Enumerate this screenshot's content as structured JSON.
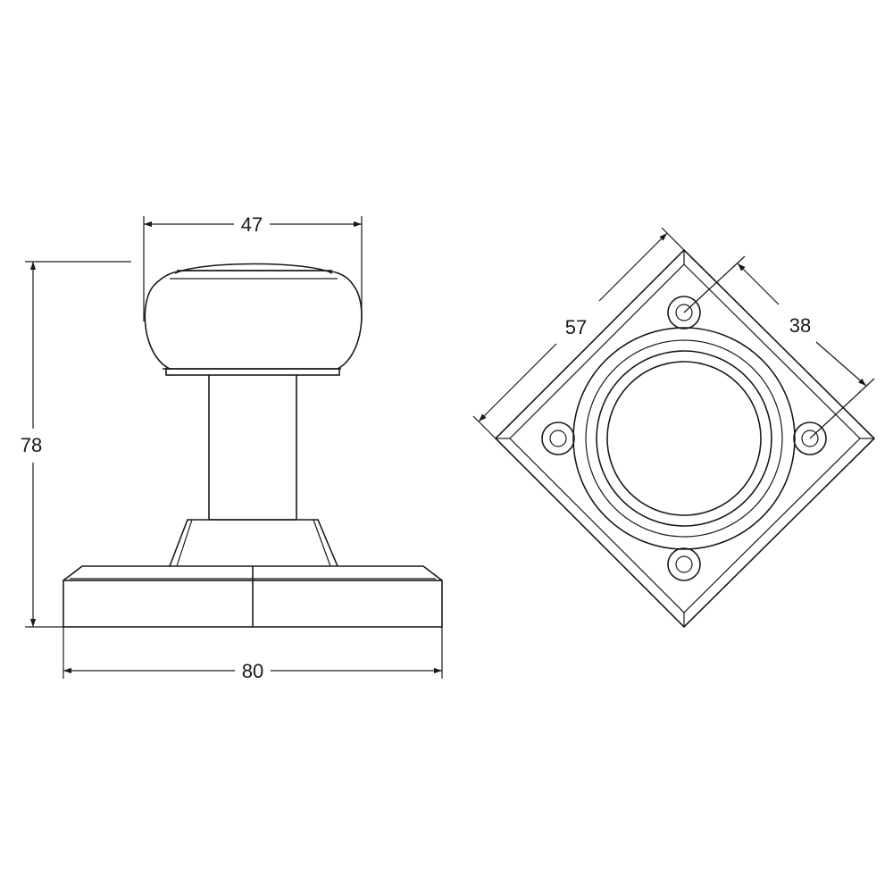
{
  "dimensions": {
    "knob_diameter": "47",
    "projection": "78",
    "rose_width": "80",
    "rose_square": "57",
    "hole_centres": "38"
  }
}
